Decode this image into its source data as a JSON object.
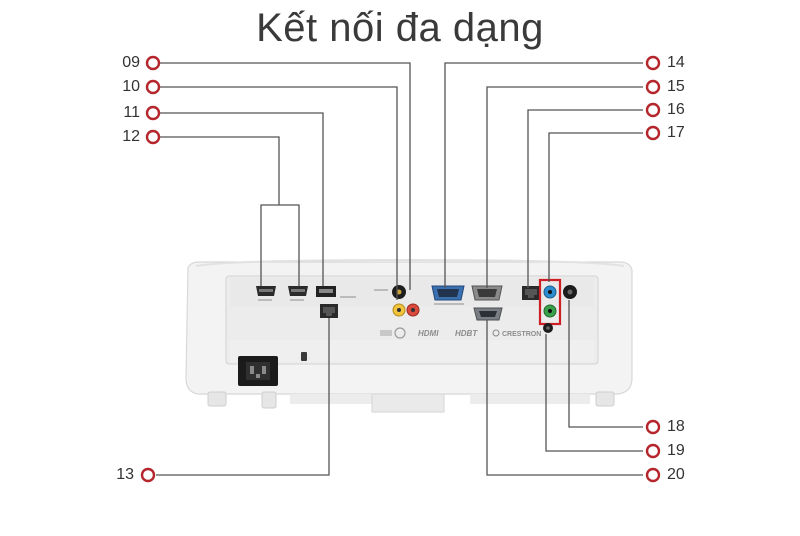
{
  "title": "Kết nối đa dạng",
  "labels": {
    "n09": "09",
    "n10": "10",
    "n11": "11",
    "n12": "12",
    "n13": "13",
    "n14": "14",
    "n15": "15",
    "n16": "16",
    "n17": "17",
    "n18": "18",
    "n19": "19",
    "n20": "20"
  },
  "colors": {
    "marker": "#b4262c",
    "leader_line": "#555555",
    "highlight_box": "#cc1f26",
    "body_white": "#f4f4f4",
    "panel_grey": "#e7e7e7",
    "vga_blue": "#3a6fb0",
    "audio_green": "#3aa04a",
    "audio_blue": "#2d8ccf"
  },
  "logos": {
    "hdmi": "HDMI",
    "hdbaset": "HDBT",
    "crestron": "CRESTRON"
  }
}
